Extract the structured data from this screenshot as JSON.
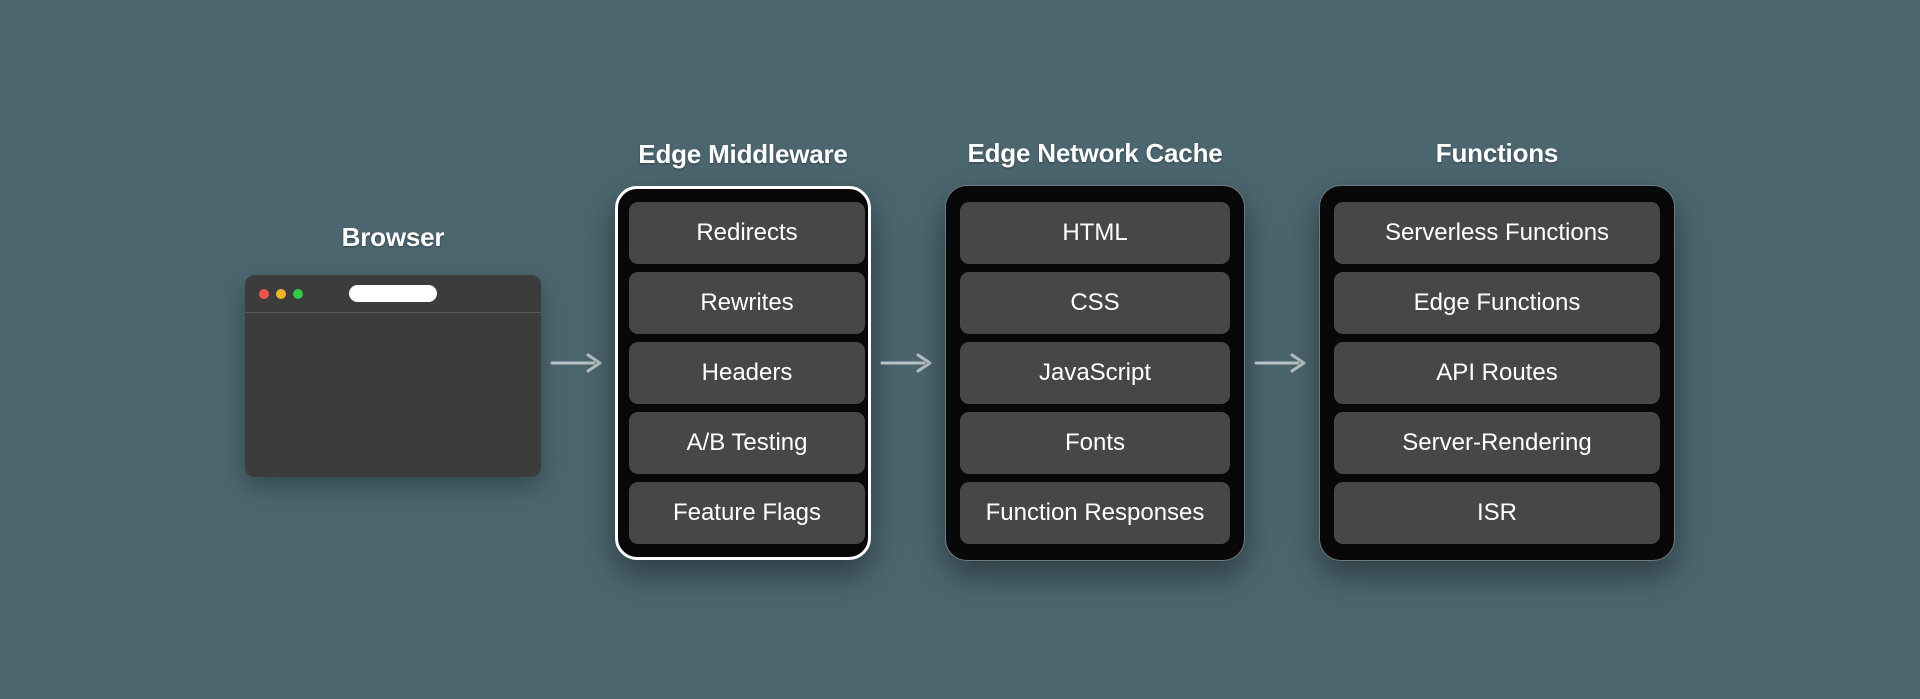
{
  "diagram": {
    "background_color": "#4c6670",
    "panel_color": "#080808",
    "pill_color": "#474747",
    "highlight_border_color": "#ffffff",
    "text_color": "#ffffff"
  },
  "browser": {
    "title": "Browser",
    "traffic_lights": [
      {
        "name": "close",
        "color": "#f0544c"
      },
      {
        "name": "minimize",
        "color": "#f0b429"
      },
      {
        "name": "maximize",
        "color": "#34c749"
      }
    ],
    "url_bar_value": "",
    "url_bar_placeholder": ""
  },
  "arrows": [
    {
      "name": "browser-to-middleware",
      "icon": "arrow-right-icon",
      "color": "#b9c2c4"
    },
    {
      "name": "middleware-to-cache",
      "icon": "arrow-right-icon",
      "color": "#b9c2c4"
    },
    {
      "name": "cache-to-functions",
      "icon": "arrow-right-icon",
      "color": "#b9c2c4"
    }
  ],
  "stages": [
    {
      "id": "edge-middleware",
      "title": "Edge Middleware",
      "highlighted": true,
      "items": [
        "Redirects",
        "Rewrites",
        "Headers",
        "A/B Testing",
        "Feature Flags"
      ]
    },
    {
      "id": "edge-network-cache",
      "title": "Edge Network Cache",
      "highlighted": false,
      "items": [
        "HTML",
        "CSS",
        "JavaScript",
        "Fonts",
        "Function Responses"
      ]
    },
    {
      "id": "functions",
      "title": "Functions",
      "highlighted": false,
      "items": [
        "Serverless Functions",
        "Edge Functions",
        "API Routes",
        "Server-Rendering",
        "ISR"
      ]
    }
  ]
}
